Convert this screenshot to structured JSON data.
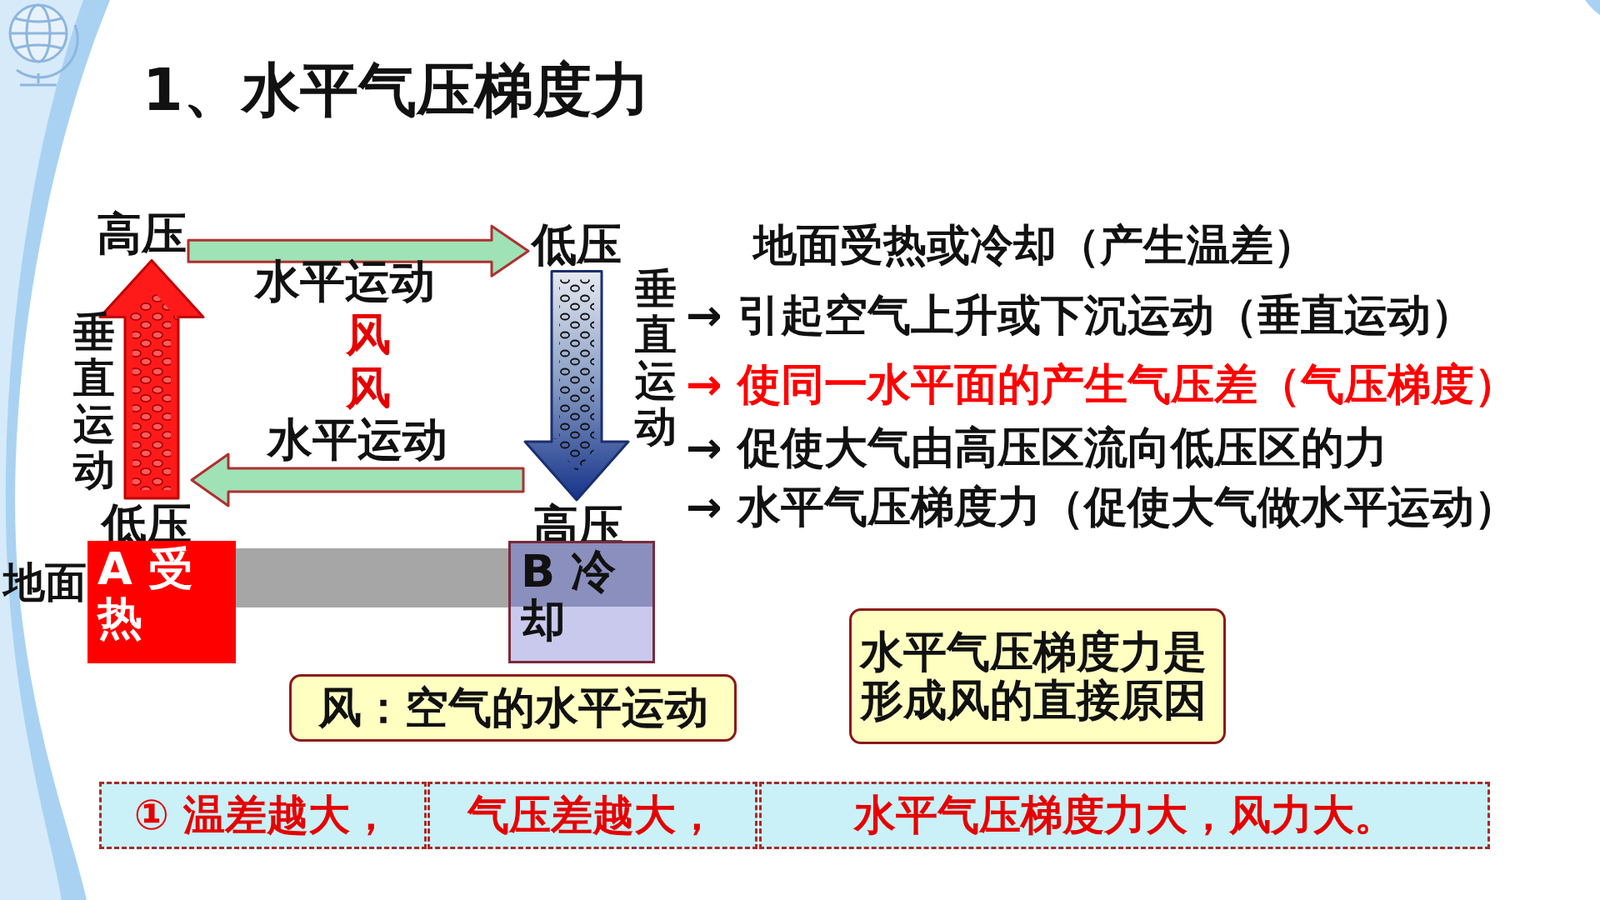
{
  "diagram": {
    "title": "1、水平气压梯度力",
    "nodes": [
      {
        "text": [
          "高压"
        ]
      },
      {
        "text": [
          "低压"
        ]
      },
      {
        "text": [
          "低压"
        ]
      },
      {
        "text": [
          "高压"
        ]
      },
      {
        "text": [
          "A 受热"
        ]
      },
      {
        "text": [
          "B 冷却"
        ]
      },
      {
        "text": [
          "风：空气的水平运动"
        ]
      },
      {
        "text": [
          "水平气压梯度力是形成风的直接原因"
        ]
      },
      {
        "text": [
          "① 温差越大，"
        ]
      },
      {
        "text": [
          "气压差越大，"
        ]
      },
      {
        "text": [
          "水平气压梯度力大，风力大。"
        ]
      }
    ],
    "edges": [
      {
        "from": 2,
        "to": 0,
        "arrow": "to",
        "label": "垂直运动"
      },
      {
        "from": 0,
        "to": 1,
        "arrow": "to",
        "label": "水平运动"
      },
      {
        "from": 1,
        "to": 3,
        "arrow": "to",
        "label": "垂直运动"
      },
      {
        "from": 3,
        "to": 2,
        "arrow": "to",
        "label": "水平运动"
      }
    ],
    "labels": [
      "风",
      "风",
      "地面",
      "地面受热或冷却（产生温差）",
      "→ 引起空气上升或下沉运动（垂直运动）",
      "→ 使同一水平面的产生气压差（气压梯度）",
      "→ 促使大气由高压区流向低压区的力",
      "→ 水平气压梯度力（促使大气做水平运动）"
    ]
  }
}
